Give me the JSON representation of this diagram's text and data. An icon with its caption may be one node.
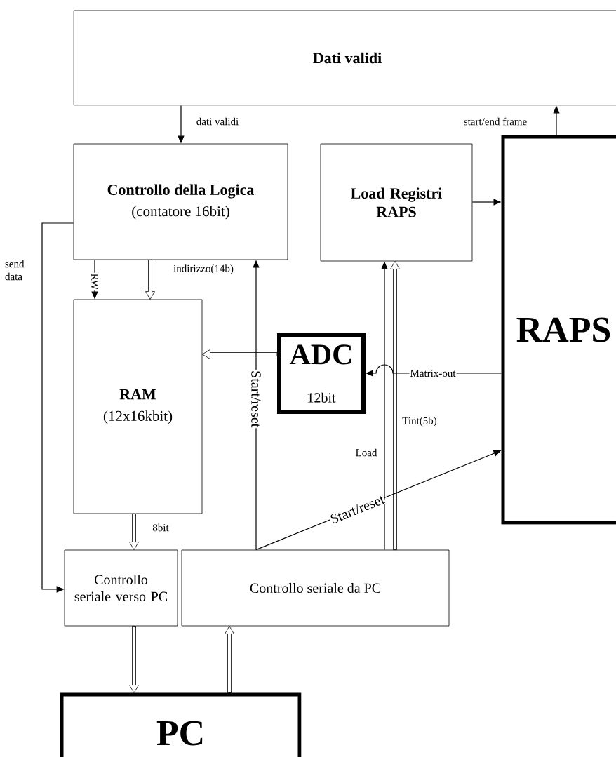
{
  "diagram": {
    "nodes": [
      {
        "text": [
          "Dati validi"
        ]
      },
      {
        "text": [
          "Controllo della Logica",
          "(contatore 16bit)"
        ]
      },
      {
        "text": [
          "Load Registri RAPS"
        ]
      },
      {
        "text": [
          "RAPS"
        ]
      },
      {
        "text": [
          "RAM",
          "(12x16kbit)"
        ]
      },
      {
        "text": [
          "ADC",
          "12bit"
        ]
      },
      {
        "text": [
          "Controllo seriale verso PC"
        ]
      },
      {
        "text": [
          "Controllo seriale da PC"
        ]
      },
      {
        "text": [
          "PC"
        ]
      }
    ],
    "edges": [
      {
        "from": 0,
        "to": 1,
        "arrow": "to",
        "label": "dati validi"
      },
      {
        "from": 3,
        "to": 0,
        "arrow": "to",
        "label": "start/end frame"
      },
      {
        "from": 2,
        "to": 3,
        "arrow": "to"
      },
      {
        "from": 1,
        "to": 6,
        "arrow": "to",
        "label": "send data"
      },
      {
        "from": 1,
        "to": 4,
        "arrow": "to",
        "label": "RW"
      },
      {
        "from": 1,
        "to": 4,
        "arrow": "to",
        "label": "indirizzo(14b)",
        "style": "thick"
      },
      {
        "from": 7,
        "to": 1,
        "arrow": "to",
        "label": "Start/reset"
      },
      {
        "from": 5,
        "to": 4,
        "arrow": "to",
        "style": "thick"
      },
      {
        "from": 3,
        "to": 5,
        "arrow": "to",
        "label": "Matrix-out"
      },
      {
        "from": 7,
        "to": 2,
        "arrow": "to",
        "label": "Load"
      },
      {
        "from": 7,
        "to": 2,
        "arrow": "to",
        "label": "Tint(5b)",
        "style": "thick"
      },
      {
        "from": 7,
        "to": 3,
        "arrow": "to",
        "label": "Start/reset"
      },
      {
        "from": 4,
        "to": 6,
        "arrow": "to",
        "label": "8bit",
        "style": "thick"
      },
      {
        "from": 6,
        "to": 8,
        "arrow": "to",
        "style": "thick"
      },
      {
        "from": 8,
        "to": 7,
        "arrow": "to",
        "style": "thick"
      }
    ]
  }
}
